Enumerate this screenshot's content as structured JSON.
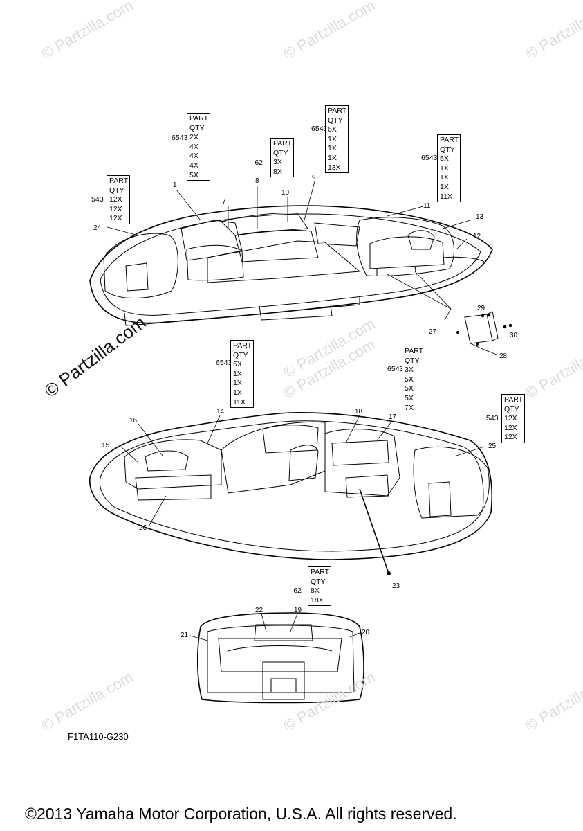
{
  "watermark": "© Partzilla.com",
  "drawing_code": "F1TA110-G230",
  "copyright": "©2013 Yamaha Motor Corporation, U.S.A. All rights reserved.",
  "qty_header": [
    "PART",
    "QTY"
  ],
  "qty_tables": [
    {
      "id": "A",
      "rows": [
        {
          "part": "6",
          "qty": "2X"
        },
        {
          "part": "5",
          "qty": "4X"
        },
        {
          "part": "4",
          "qty": "4X"
        },
        {
          "part": "3",
          "qty": "4X"
        },
        {
          "part": "2",
          "qty": "5X"
        }
      ]
    },
    {
      "id": "B",
      "rows": [
        {
          "part": "6",
          "qty": "3X"
        },
        {
          "part": "2",
          "qty": "8X"
        }
      ]
    },
    {
      "id": "C",
      "rows": [
        {
          "part": "6",
          "qty": "6X"
        },
        {
          "part": "5",
          "qty": "1X"
        },
        {
          "part": "4",
          "qty": "1X"
        },
        {
          "part": "3",
          "qty": "1X"
        },
        {
          "part": "2",
          "qty": "13X"
        }
      ]
    },
    {
      "id": "D",
      "rows": [
        {
          "part": "6",
          "qty": "5X"
        },
        {
          "part": "5",
          "qty": "1X"
        },
        {
          "part": "4",
          "qty": "1X"
        },
        {
          "part": "3",
          "qty": "1X"
        },
        {
          "part": "2",
          "qty": "11X"
        }
      ]
    },
    {
      "id": "E",
      "rows": [
        {
          "part": "5",
          "qty": "12X"
        },
        {
          "part": "4",
          "qty": "12X"
        },
        {
          "part": "3",
          "qty": "12X"
        }
      ]
    },
    {
      "id": "F",
      "rows": [
        {
          "part": "6",
          "qty": "5X"
        },
        {
          "part": "5",
          "qty": "1X"
        },
        {
          "part": "4",
          "qty": "1X"
        },
        {
          "part": "3",
          "qty": "1X"
        },
        {
          "part": "2",
          "qty": "11X"
        }
      ]
    },
    {
      "id": "G",
      "rows": [
        {
          "part": "6",
          "qty": "3X"
        },
        {
          "part": "5",
          "qty": "5X"
        },
        {
          "part": "4",
          "qty": "5X"
        },
        {
          "part": "3",
          "qty": "5X"
        },
        {
          "part": "2",
          "qty": "7X"
        }
      ]
    },
    {
      "id": "H",
      "rows": [
        {
          "part": "5",
          "qty": "12X"
        },
        {
          "part": "4",
          "qty": "12X"
        },
        {
          "part": "3",
          "qty": "12X"
        }
      ]
    },
    {
      "id": "I",
      "rows": [
        {
          "part": "6",
          "qty": "8X"
        },
        {
          "part": "2",
          "qty": "18X"
        }
      ]
    }
  ],
  "callouts": {
    "c1": "1",
    "c7": "7",
    "c8": "8",
    "c9": "9",
    "c10": "10",
    "c11": "11",
    "c12": "12",
    "c13": "13",
    "c14": "14",
    "c15": "15",
    "c16": "16",
    "c17": "17",
    "c18": "18",
    "c19": "19",
    "c20": "20",
    "c21": "21",
    "c22": "22",
    "c23": "23",
    "c24": "24",
    "c25": "25",
    "c26": "26",
    "c27": "27",
    "c28": "28",
    "c29": "29",
    "c30": "30"
  }
}
